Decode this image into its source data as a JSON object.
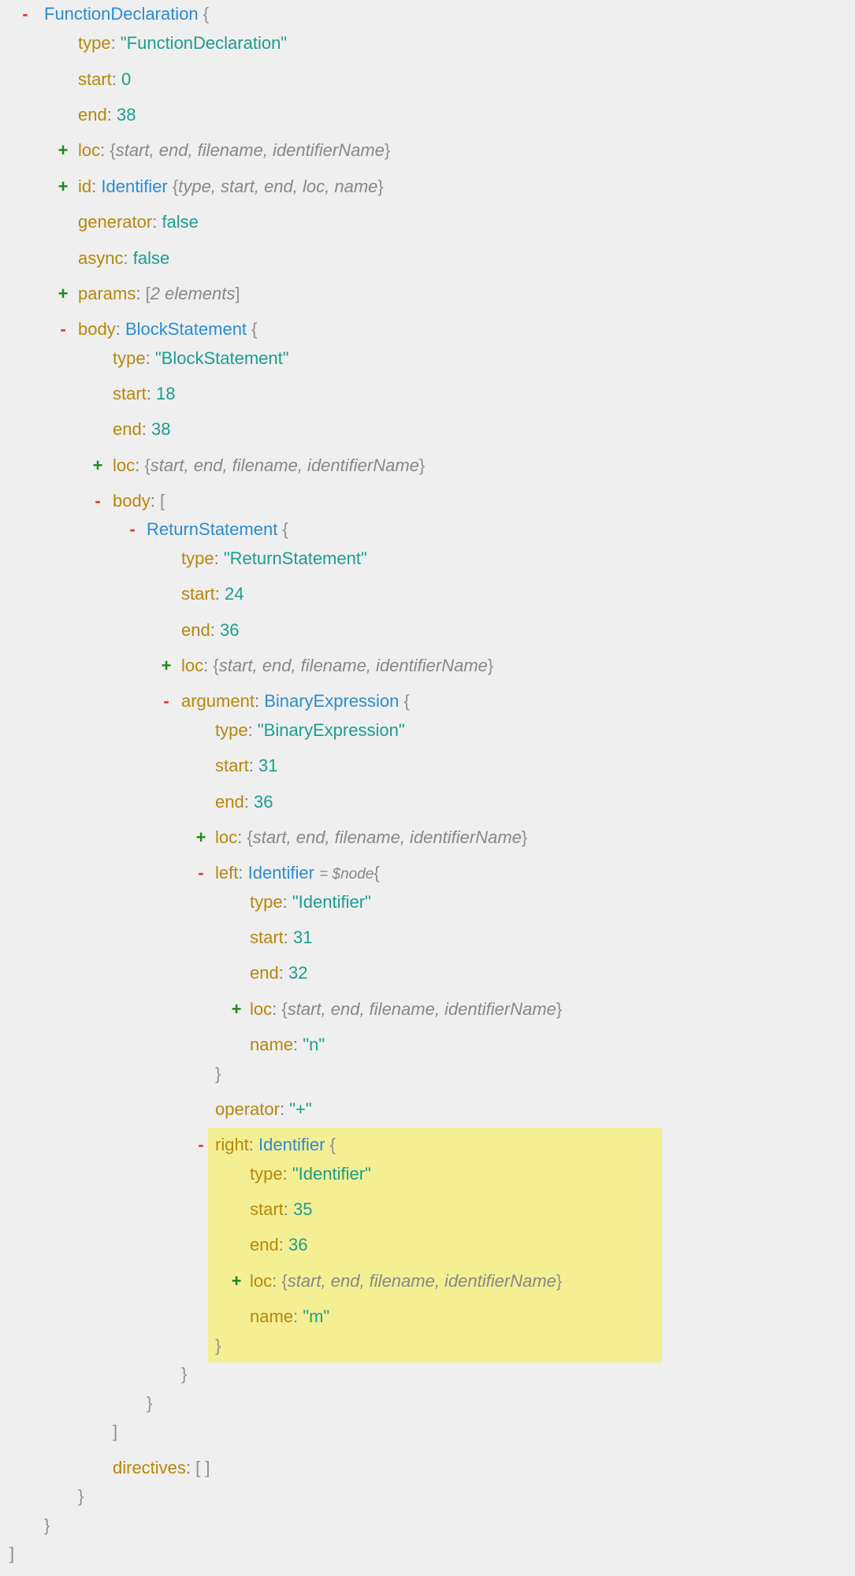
{
  "ast": {
    "root_type": "FunctionDeclaration",
    "fn": {
      "type_key": "type",
      "type_val": "\"FunctionDeclaration\"",
      "start_key": "start",
      "start_val": "0",
      "end_key": "end",
      "end_val": "38",
      "loc_key": "loc",
      "loc_summary": "start, end, filename, identifierName",
      "id_key": "id",
      "id_type": "Identifier",
      "id_summary": "type, start, end, loc, name",
      "generator_key": "generator",
      "generator_val": "false",
      "async_key": "async",
      "async_val": "false",
      "params_key": "params",
      "params_summary": "2 elements",
      "body_key": "body",
      "body_type": "BlockStatement"
    },
    "block": {
      "type_key": "type",
      "type_val": "\"BlockStatement\"",
      "start_key": "start",
      "start_val": "18",
      "end_key": "end",
      "end_val": "38",
      "loc_key": "loc",
      "loc_summary": "start, end, filename, identifierName",
      "body_key": "body",
      "directives_key": "directives",
      "directives_val": "[ ]"
    },
    "ret": {
      "node_type": "ReturnStatement",
      "type_key": "type",
      "type_val": "\"ReturnStatement\"",
      "start_key": "start",
      "start_val": "24",
      "end_key": "end",
      "end_val": "36",
      "loc_key": "loc",
      "loc_summary": "start, end, filename, identifierName",
      "argument_key": "argument",
      "argument_type": "BinaryExpression"
    },
    "bin": {
      "type_key": "type",
      "type_val": "\"BinaryExpression\"",
      "start_key": "start",
      "start_val": "31",
      "end_key": "end",
      "end_val": "36",
      "loc_key": "loc",
      "loc_summary": "start, end, filename, identifierName",
      "left_key": "left",
      "left_type": "Identifier",
      "left_annot": "= $node",
      "operator_key": "operator",
      "operator_val": "\"+\"",
      "right_key": "right",
      "right_type": "Identifier"
    },
    "left": {
      "type_key": "type",
      "type_val": "\"Identifier\"",
      "start_key": "start",
      "start_val": "31",
      "end_key": "end",
      "end_val": "32",
      "loc_key": "loc",
      "loc_summary": "start, end, filename, identifierName",
      "name_key": "name",
      "name_val": "\"n\""
    },
    "right": {
      "type_key": "type",
      "type_val": "\"Identifier\"",
      "start_key": "start",
      "start_val": "35",
      "end_key": "end",
      "end_val": "36",
      "loc_key": "loc",
      "loc_summary": "start, end, filename, identifierName",
      "name_key": "name",
      "name_val": "\"m\""
    },
    "glyphs": {
      "minus": "-",
      "plus": "+",
      "colon": ":",
      "open_brace": "{",
      "close_brace": "}",
      "open_bracket": "[",
      "close_bracket": "]"
    }
  },
  "colors": {
    "background": "#efefef",
    "key": "#b8860b",
    "value": "#1a9e8f",
    "type": "#2a8cd6",
    "collapse": "#e0352b",
    "expand": "#1a8a1a",
    "highlight": "#f5ef93"
  }
}
